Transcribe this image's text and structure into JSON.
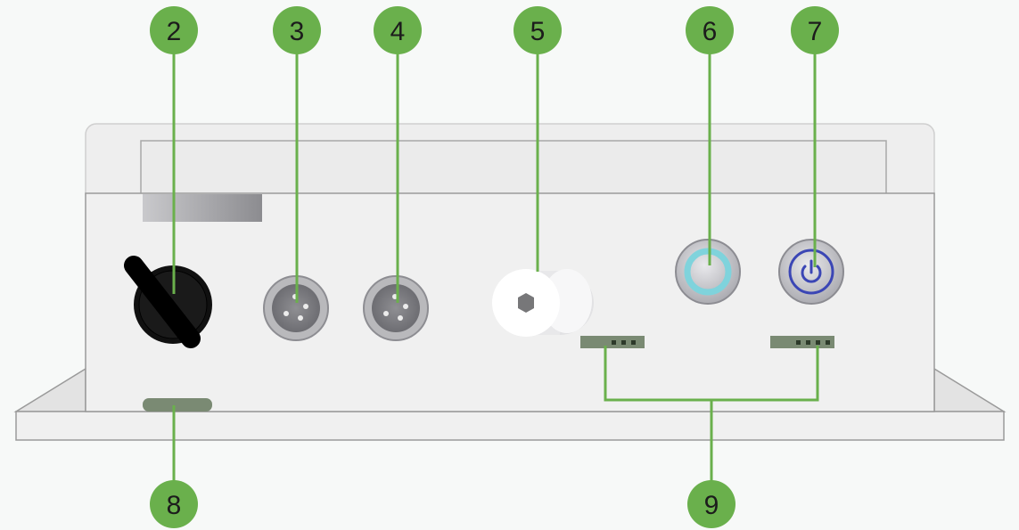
{
  "callouts": [
    {
      "id": "2",
      "label": "2"
    },
    {
      "id": "3",
      "label": "3"
    },
    {
      "id": "4",
      "label": "4"
    },
    {
      "id": "5",
      "label": "5"
    },
    {
      "id": "6",
      "label": "6"
    },
    {
      "id": "7",
      "label": "7"
    },
    {
      "id": "8",
      "label": "8"
    },
    {
      "id": "9",
      "label": "9"
    }
  ],
  "colors": {
    "callout_fill": "#6ab04c",
    "leader_line": "#6ab04c",
    "housing": "#f0f0f0",
    "housing_stroke": "#9a9a9a",
    "lid": "#eeeeee",
    "ring_cyan": "#7fd3dc",
    "ring_blue": "#3b46b5",
    "label_strip": "#7a8a73"
  },
  "icons": {
    "rotary_switch": "rotary-switch-icon",
    "connector_3": "4-pin-connector-icon",
    "connector_4": "4-pin-connector-icon",
    "vent_5": "pressure-vent-icon",
    "button_6": "illuminated-button-icon",
    "button_7": "power-icon"
  }
}
